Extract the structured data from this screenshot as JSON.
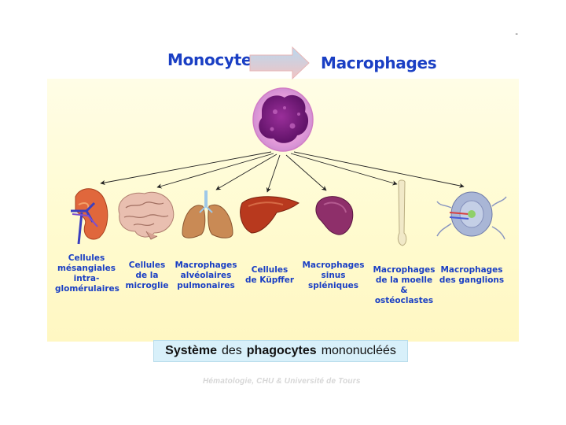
{
  "header": {
    "source_label": "Monocytes",
    "target_label": "Macrophages",
    "corner_mark": "-"
  },
  "cells": [
    {
      "id": "kidney",
      "icon": "kidney-icon",
      "label": "Cellules\nmésangiales\nintra-\nglomérulaires"
    },
    {
      "id": "brain",
      "icon": "brain-icon",
      "label": "Cellules\nde la\nmicroglie"
    },
    {
      "id": "lungs",
      "icon": "lungs-icon",
      "label": "Macrophages\nalvéolaires\npulmonaires"
    },
    {
      "id": "liver",
      "icon": "liver-icon",
      "label": "Cellules\nde Küpffer"
    },
    {
      "id": "spleen",
      "icon": "spleen-icon",
      "label": "Macrophages\nsinus\nspléniques"
    },
    {
      "id": "bone",
      "icon": "bone-icon",
      "label": "Macrophages\nde la moelle\n&\nostéoclastes"
    },
    {
      "id": "lymph",
      "icon": "lymph-node-icon",
      "label": "Macrophages\ndes ganglions"
    }
  ],
  "title": {
    "part1": "Système",
    "part2": "des",
    "part3": "phagocytes",
    "part4": "mononucléés"
  },
  "footer": "Hématologie, CHU & Université de Tours",
  "colors": {
    "label_blue": "#1a3fc4",
    "panel_yellow": "#fffbd0",
    "title_box": "#d8f0fa"
  }
}
